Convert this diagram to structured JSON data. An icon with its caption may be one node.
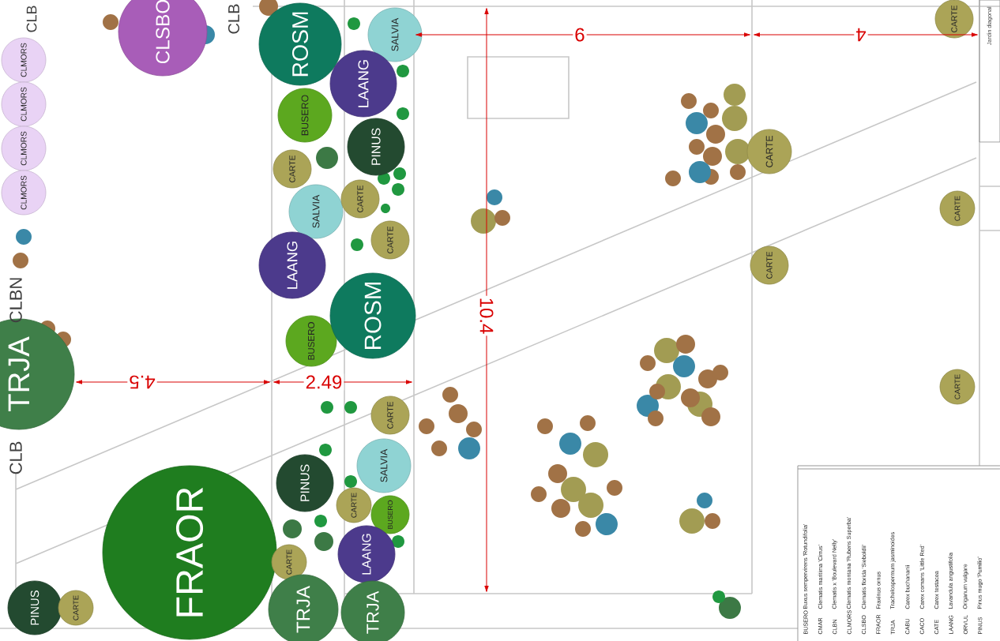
{
  "diagram": {
    "nodes": [
      {
        "text": [
          "CLMORS"
        ]
      },
      {
        "text": [
          "CLMORS"
        ]
      },
      {
        "text": [
          "CLMORS"
        ]
      },
      {
        "text": [
          "CLMORS"
        ]
      },
      {
        "text": [
          "CLSBO"
        ]
      },
      {
        "text": [
          "TRJA"
        ]
      },
      {
        "text": [
          "FRAOR"
        ]
      },
      {
        "text": [
          "PINUS"
        ]
      },
      {
        "text": [
          "CARTE"
        ]
      },
      {
        "text": [
          "ROSM"
        ]
      },
      {
        "text": [
          "BUSERO"
        ]
      },
      {
        "text": [
          "CARTE"
        ]
      },
      {
        "text": [
          "SALVIA"
        ]
      },
      {
        "text": [
          "LAANG"
        ]
      },
      {
        "text": [
          "BUSERO"
        ]
      },
      {
        "text": [
          "SALVIA"
        ]
      },
      {
        "text": [
          "LAANG"
        ]
      },
      {
        "text": [
          "PINUS"
        ]
      },
      {
        "text": [
          "CARTE"
        ]
      },
      {
        "text": [
          "CARTE"
        ]
      },
      {
        "text": [
          "ROSM"
        ]
      },
      {
        "text": [
          "PINUS"
        ]
      },
      {
        "text": [
          "CARTE"
        ]
      },
      {
        "text": [
          "CARTE"
        ]
      },
      {
        "text": [
          "SALVIA"
        ]
      },
      {
        "text": [
          "CARTE"
        ]
      },
      {
        "text": [
          "BUSERO"
        ]
      },
      {
        "text": [
          "LAANG"
        ]
      },
      {
        "text": [
          "TRJA"
        ]
      },
      {
        "text": [
          "TRJA"
        ]
      },
      {
        "text": [
          "CARTE"
        ]
      },
      {
        "text": [
          "CARTE"
        ]
      },
      {
        "text": [
          "CARTE"
        ]
      },
      {
        "text": [
          "CARTE"
        ]
      },
      {
        "text": [
          "CARTE"
        ]
      }
    ],
    "labels": [
      "CLB",
      "CLB",
      "CLBN",
      "CLB",
      "9",
      "4",
      "10.4",
      "4.5",
      "2.49",
      "Jardin diagonal",
      "BUSERO",
      "Buxus sempervirens 'Rotundifolia'",
      "CMAR",
      "Clematis maritima 'Cirrus'",
      "CLBN",
      "Clematis x 'Boulevard Nelly'",
      "CLMORS",
      "Clematis montana 'Rubens Superba'",
      "CLSBO",
      "Clematis florida 'Sieboldii'",
      "FRAOR",
      "Fraxinus ornus",
      "TRJA",
      "Trachelospermum jasminoides",
      "CABU",
      "Carex buchananii",
      "CACO",
      "Carex comans 'Little Red'",
      "CATE",
      "Carex testacea",
      "LAANG",
      "Lavandula angustifolia",
      "ORVUL",
      "Origanum vulgare",
      "PINUS",
      "Pinus mugo 'Pumilio'"
    ]
  }
}
